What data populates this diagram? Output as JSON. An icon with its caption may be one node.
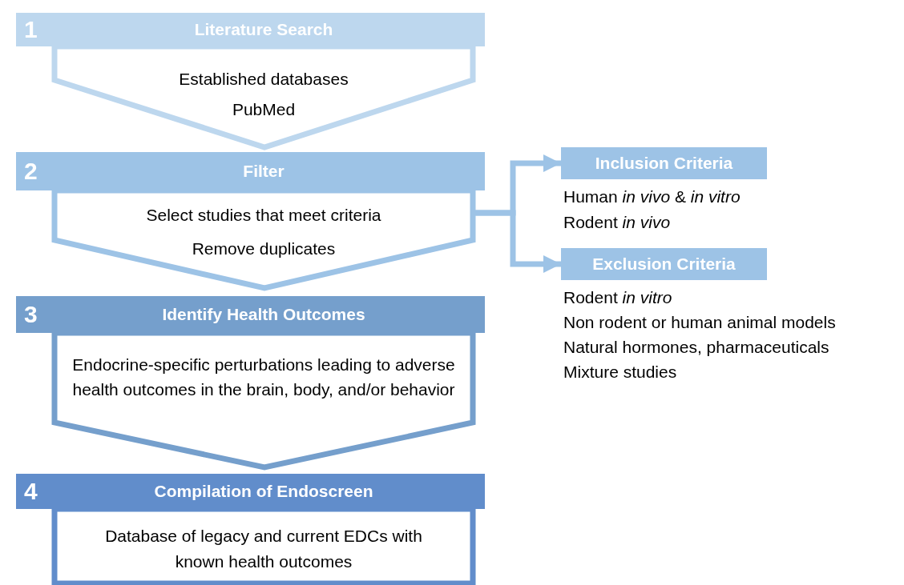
{
  "diagram": {
    "nodes": [
      {
        "text": [
          "1",
          "Literature Search",
          "Established databases",
          "PubMed"
        ]
      },
      {
        "text": [
          "2",
          "Filter",
          "Select studies that meet criteria",
          "Remove duplicates"
        ]
      },
      {
        "text": [
          "3",
          "Identify Health Outcomes",
          "Endocrine-specific perturbations leading to adverse health outcomes in the brain, body, and/or behavior"
        ]
      },
      {
        "text": [
          "4",
          "Compilation of Endoscreen",
          "Database of legacy and current EDCs with known health outcomes"
        ]
      },
      {
        "text": [
          "Inclusion Criteria"
        ],
        "beside": [
          "Human *in vivo* & *in vitro*",
          "Rodent *in vivo*"
        ]
      },
      {
        "text": [
          "Exclusion Criteria"
        ],
        "beside": [
          "Rodent *in vitro*",
          "Non rodent or human animal models",
          "Natural hormones, pharmaceuticals",
          "Mixture studies"
        ]
      }
    ],
    "edges": [
      {
        "from": 1,
        "to": 4,
        "arrow": "to"
      },
      {
        "from": 1,
        "to": 5,
        "arrow": "to"
      }
    ]
  }
}
